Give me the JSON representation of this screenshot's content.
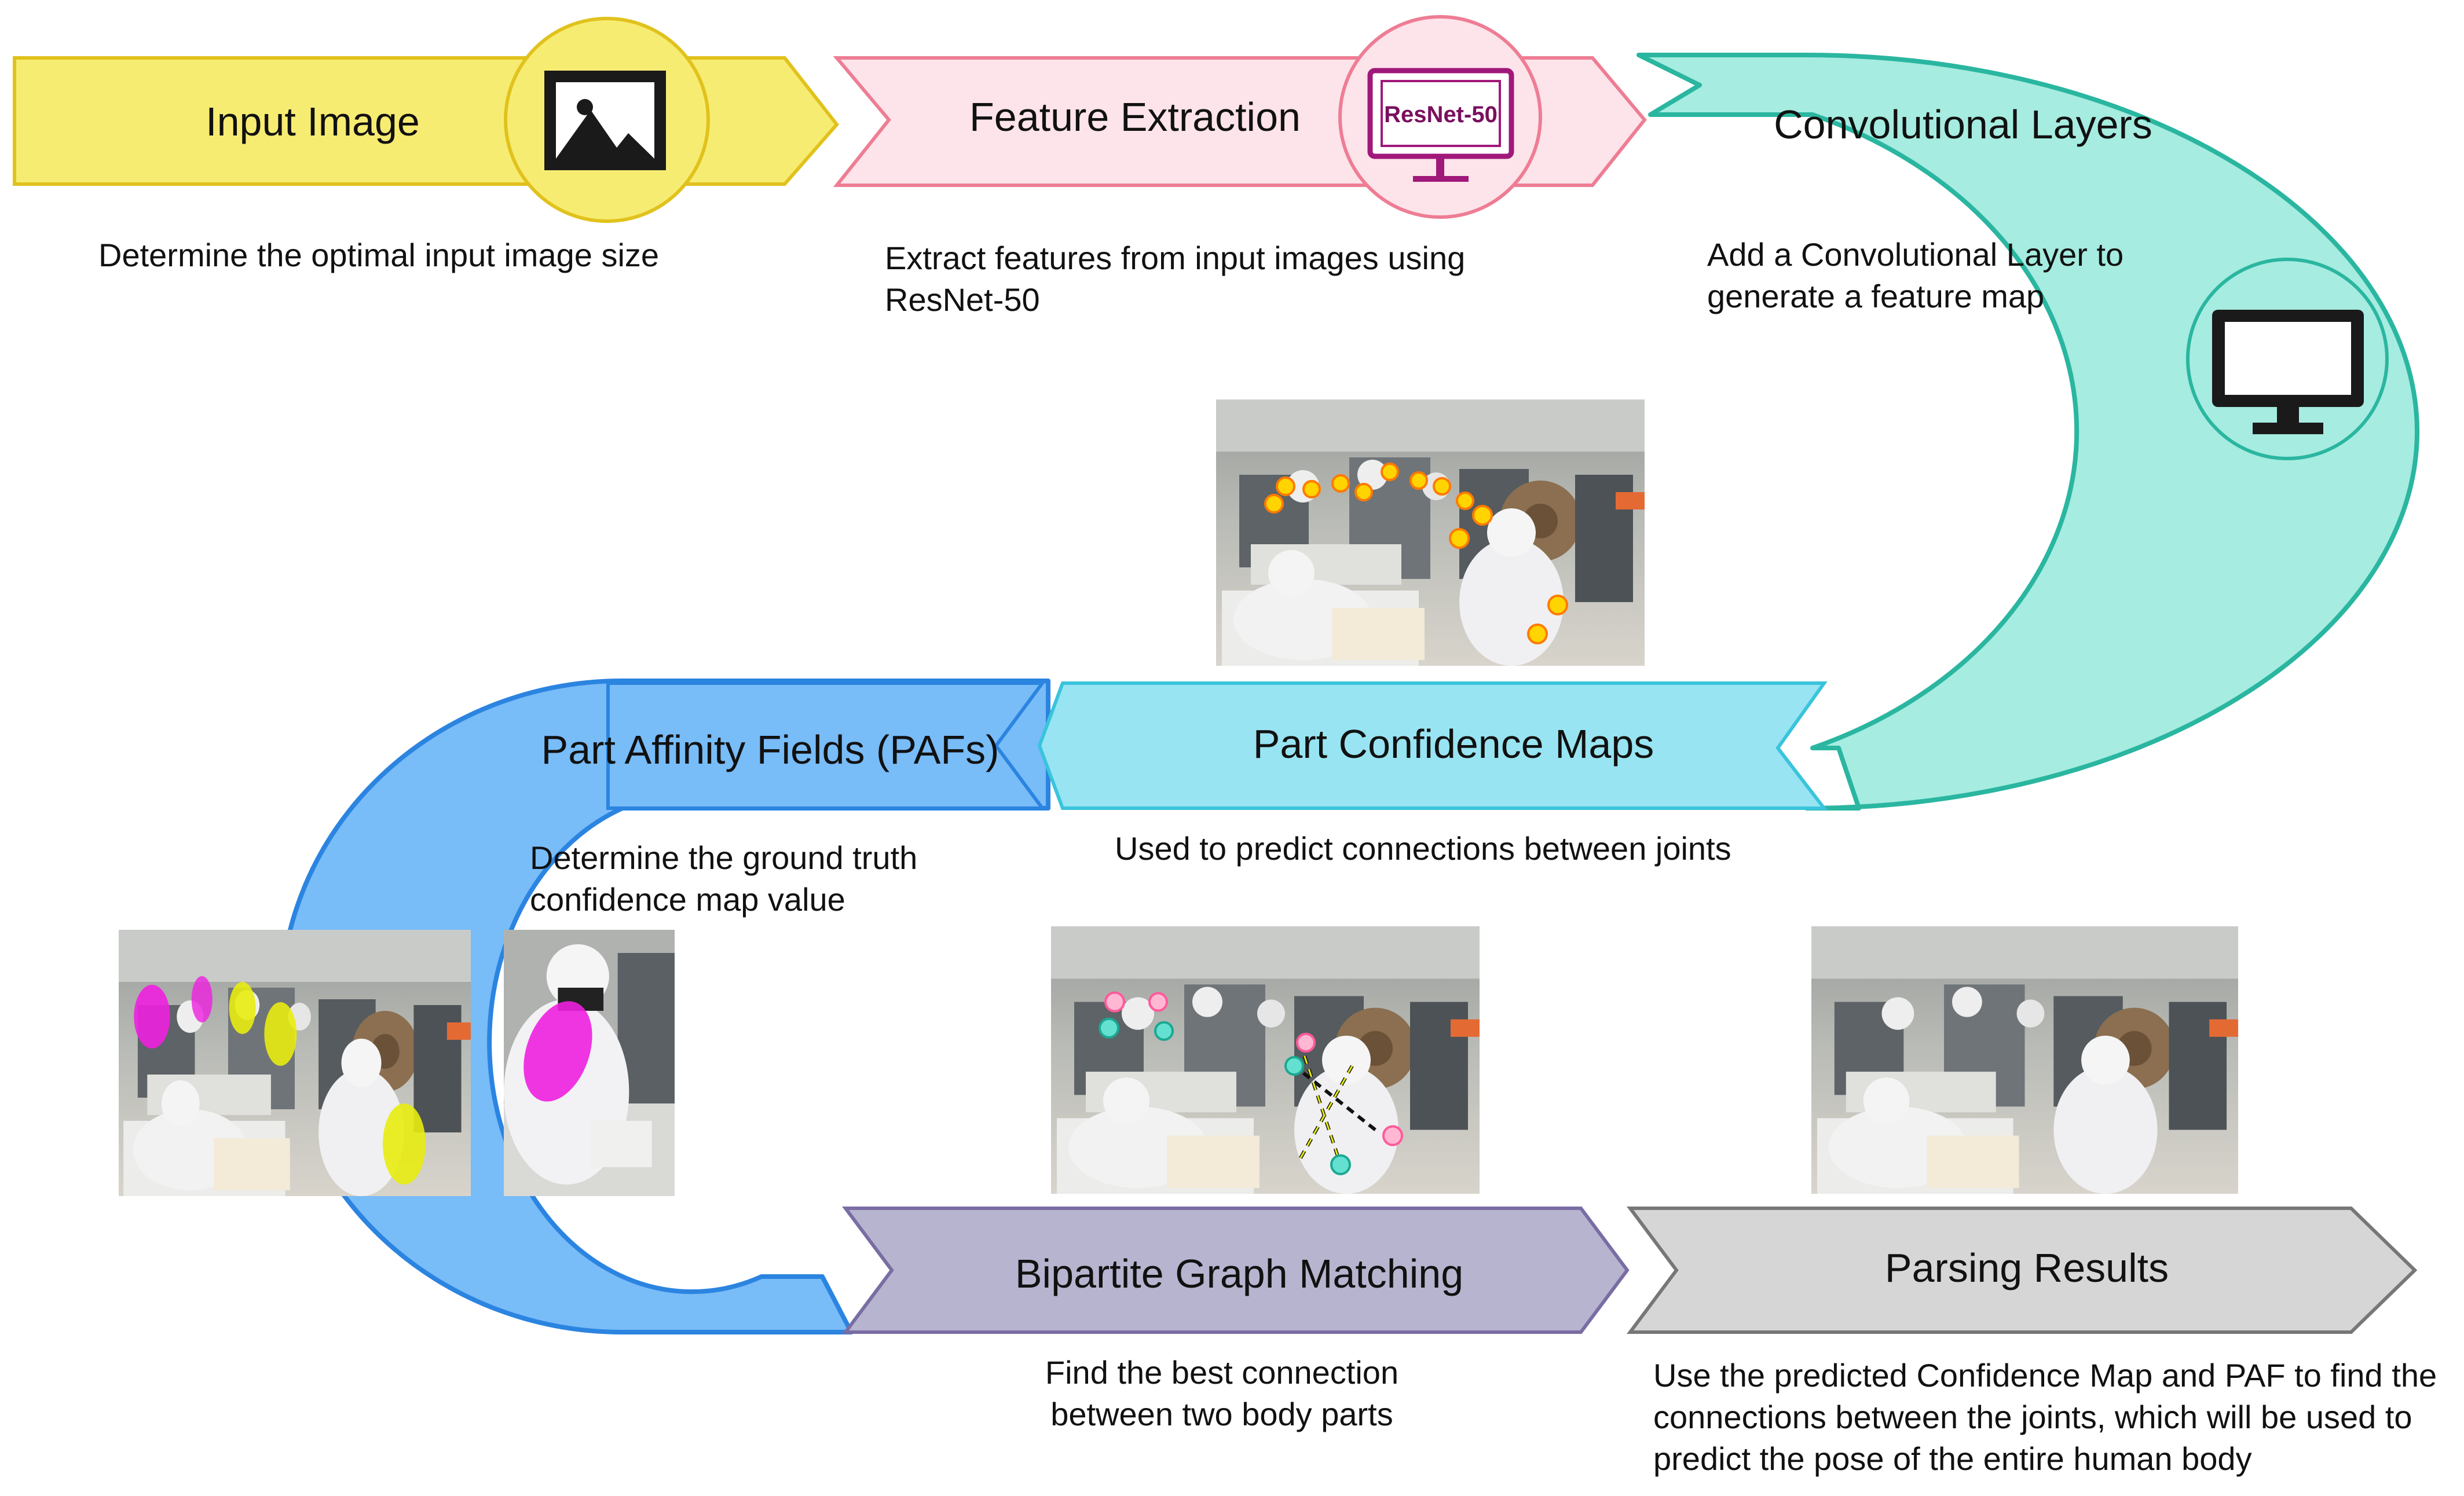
{
  "stages": [
    {
      "id": "input",
      "title": "Input Image",
      "description": "Determine the optimal input image size",
      "color": "#f7ec72",
      "border": "#e1c21c"
    },
    {
      "id": "feature",
      "title": "Feature Extraction",
      "description": "Extract features from input images using ResNet-50",
      "color": "#fde3ea",
      "border": "#ee7d94",
      "badge": "ResNet-50"
    },
    {
      "id": "conv",
      "title": "Convolutional Layers",
      "description": "Add a Convolutional Layer to generate a feature map",
      "color": "#a6ece0",
      "border": "#2ab6a0"
    },
    {
      "id": "pcm",
      "title": "Part Confidence Maps",
      "description": "Used to predict connections between joints",
      "color": "#98e4f2",
      "border": "#3ac4dc"
    },
    {
      "id": "paf",
      "title": "Part Affinity Fields (PAFs)",
      "description": "Determine the ground truth confidence map value",
      "color": "#78bcf8",
      "border": "#2b84e0"
    },
    {
      "id": "bgm",
      "title": "Bipartite Graph Matching",
      "description": "Find the best connection between two body parts",
      "color": "#b7b4cf",
      "border": "#7a6da3"
    },
    {
      "id": "parse",
      "title": "Parsing Results",
      "description": "Use the predicted Confidence Map and PAF to find the connections between the joints, which will be used to predict the pose of the entire human body",
      "color": "#d6d6d6",
      "border": "#777777"
    }
  ],
  "icons": [
    "image-icon",
    "monitor-icon",
    "monitor-icon"
  ]
}
